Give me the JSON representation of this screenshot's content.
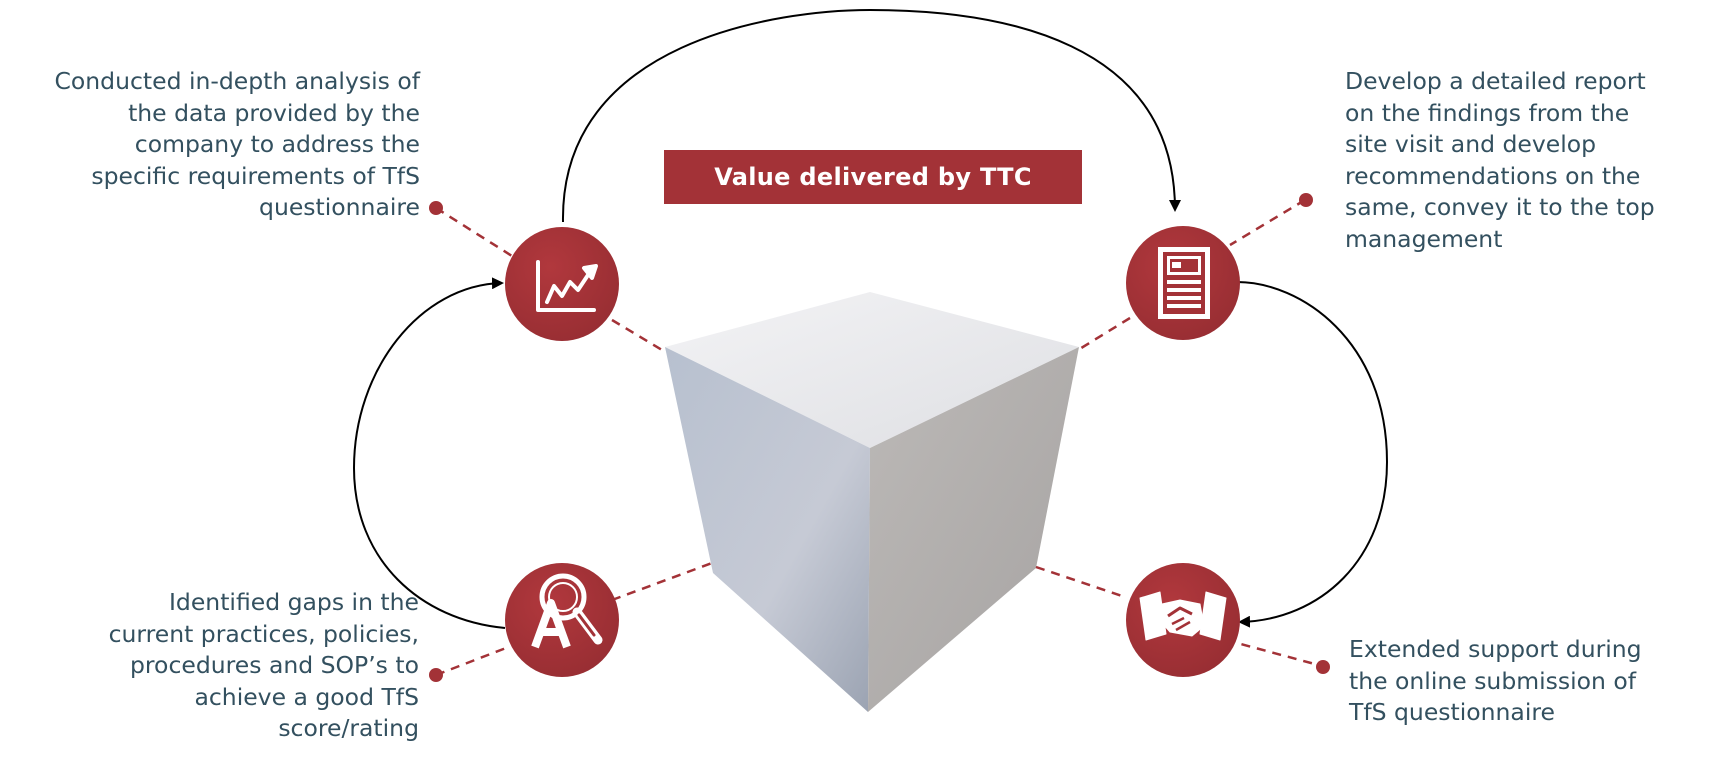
{
  "title": "Value delivered by TTC",
  "colors": {
    "accent": "#a33237",
    "text": "#33505f",
    "arrow": "#000000"
  },
  "steps": [
    {
      "id": "analysis",
      "icon": "line-chart-icon",
      "text": "Conducted in-depth analysis of\nthe data provided by the\ncompany to address the\nspecific requirements of TfS\nquestionnaire"
    },
    {
      "id": "report",
      "icon": "report-document-icon",
      "text": "Develop a detailed report\non the findings from the\nsite visit and develop\nrecommendations on the\nsame, convey it to the top\nmanagement"
    },
    {
      "id": "support",
      "icon": "handshake-icon",
      "text": "Extended support during\nthe online submission of\nTfS questionnaire"
    },
    {
      "id": "gaps",
      "icon": "magnifier-audit-icon",
      "text": "Identified gaps in the\ncurrent practices, policies,\nprocedures and SOP’s to\nachieve a good TfS\nscore/rating"
    }
  ]
}
